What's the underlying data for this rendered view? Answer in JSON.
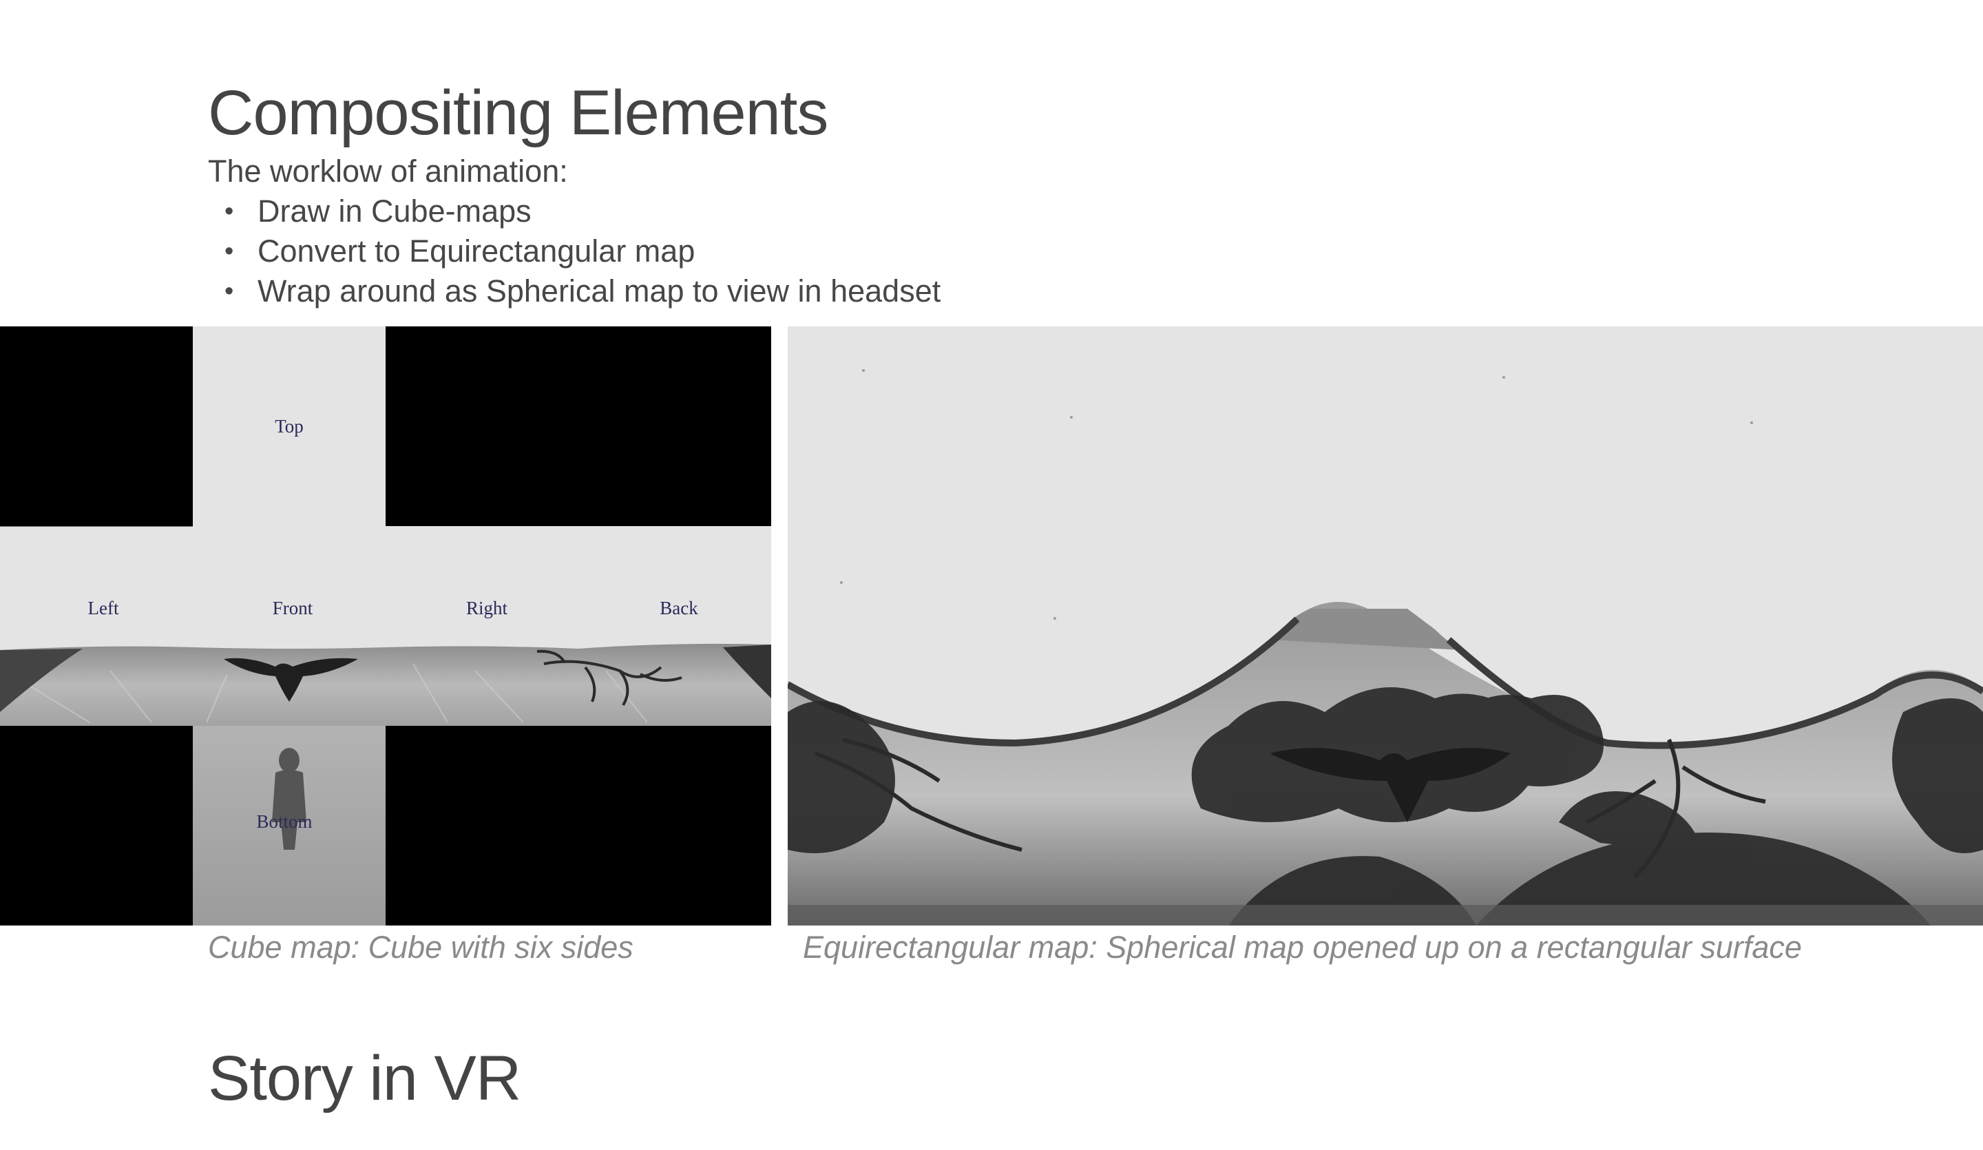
{
  "slide": {
    "title": "Compositing Elements",
    "intro": "The worklow of animation:",
    "bullets": [
      "Draw in Cube-maps",
      "Convert to Equirectangular map",
      "Wrap around as Spherical map to view in headset"
    ],
    "next_title": "Story in VR"
  },
  "cube_map": {
    "faces": {
      "top": "Top",
      "left": "Left",
      "front": "Front",
      "right": "Right",
      "back": "Back",
      "bottom": "Bottom"
    },
    "caption": "Cube map: Cube with six sides"
  },
  "equirect_map": {
    "caption": "Equirectangular map: Spherical map opened up on a rectangular surface"
  }
}
